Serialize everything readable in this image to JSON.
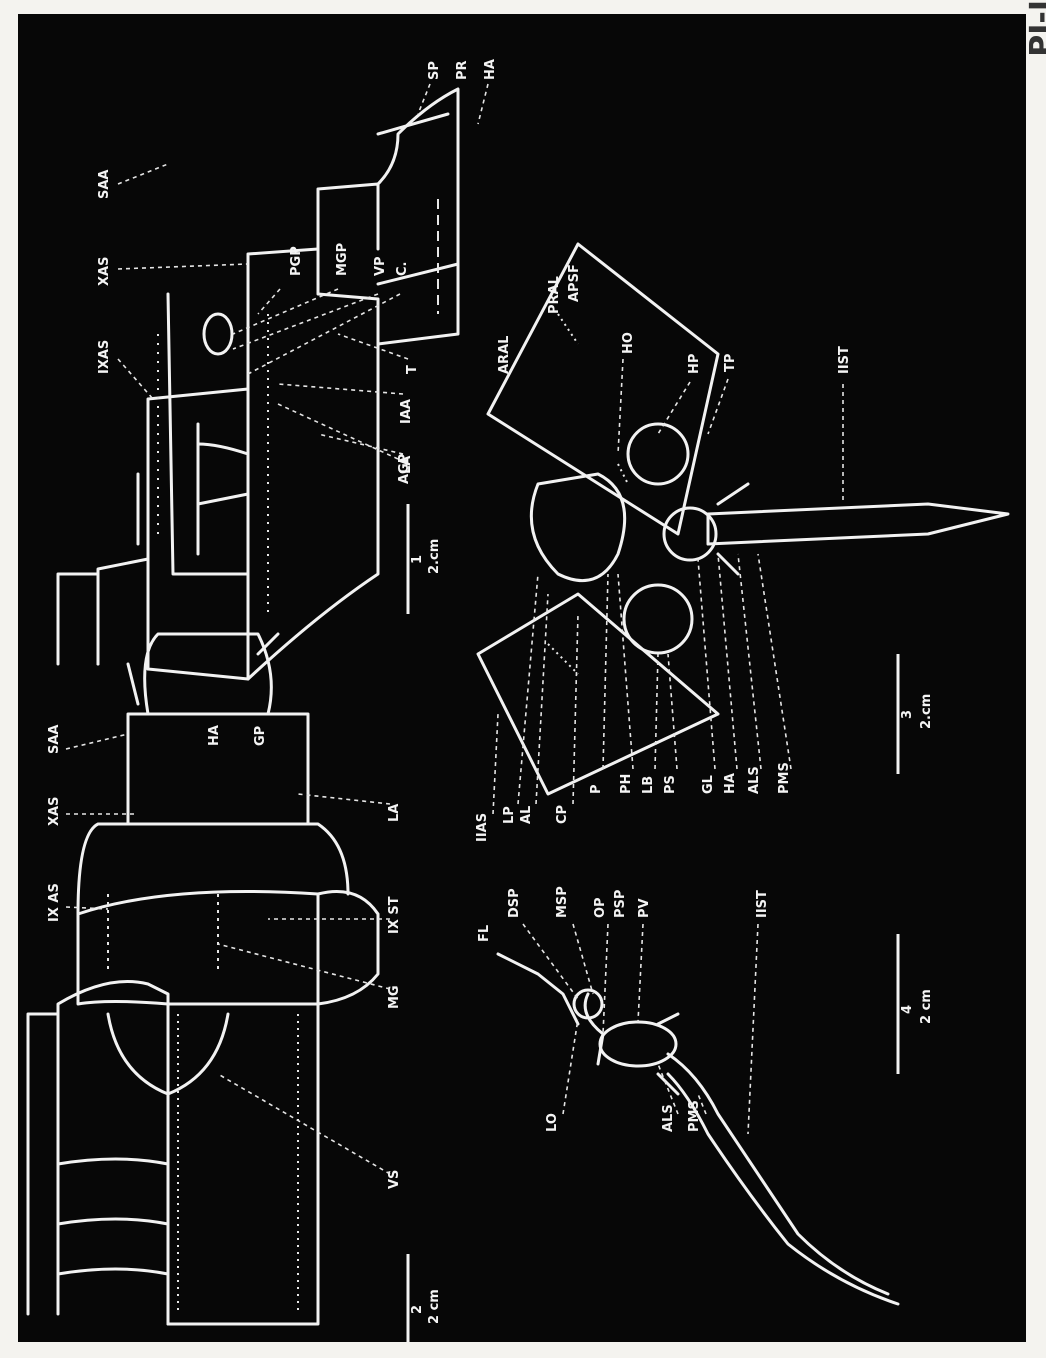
{
  "plate_label": "PI-I",
  "figures": [
    {
      "id": "fig1",
      "number": "1",
      "scale": "2.cm",
      "labels": [
        "SP",
        "PR",
        "HA",
        "T",
        "IAA",
        "SAA",
        "LA",
        "XAS",
        "PGP",
        "MGP",
        "VP",
        "C.",
        "IXAS",
        "AGP"
      ]
    },
    {
      "id": "fig2",
      "number": "2",
      "scale": "2 cm",
      "labels": [
        "SAA",
        "HA",
        "GP",
        "XAS",
        "LA",
        "IX AS",
        "IX ST",
        "MG",
        "VS"
      ]
    },
    {
      "id": "fig3",
      "number": "3",
      "scale": "2.cm",
      "labels": [
        "ARAL",
        "PRAL",
        "APSF",
        "HO",
        "HP",
        "TP",
        "IIST",
        "IIAS",
        "LP",
        "AL",
        "CP",
        "P",
        "PH",
        "LB",
        "PS",
        "GL",
        "HA",
        "ALS",
        "PMS"
      ]
    },
    {
      "id": "fig4",
      "number": "4",
      "scale": "2 cm",
      "labels": [
        "FL",
        "DSP",
        "MSP",
        "OP",
        "PSP",
        "PV",
        "IIST",
        "LO",
        "ALS",
        "PMS"
      ]
    }
  ]
}
